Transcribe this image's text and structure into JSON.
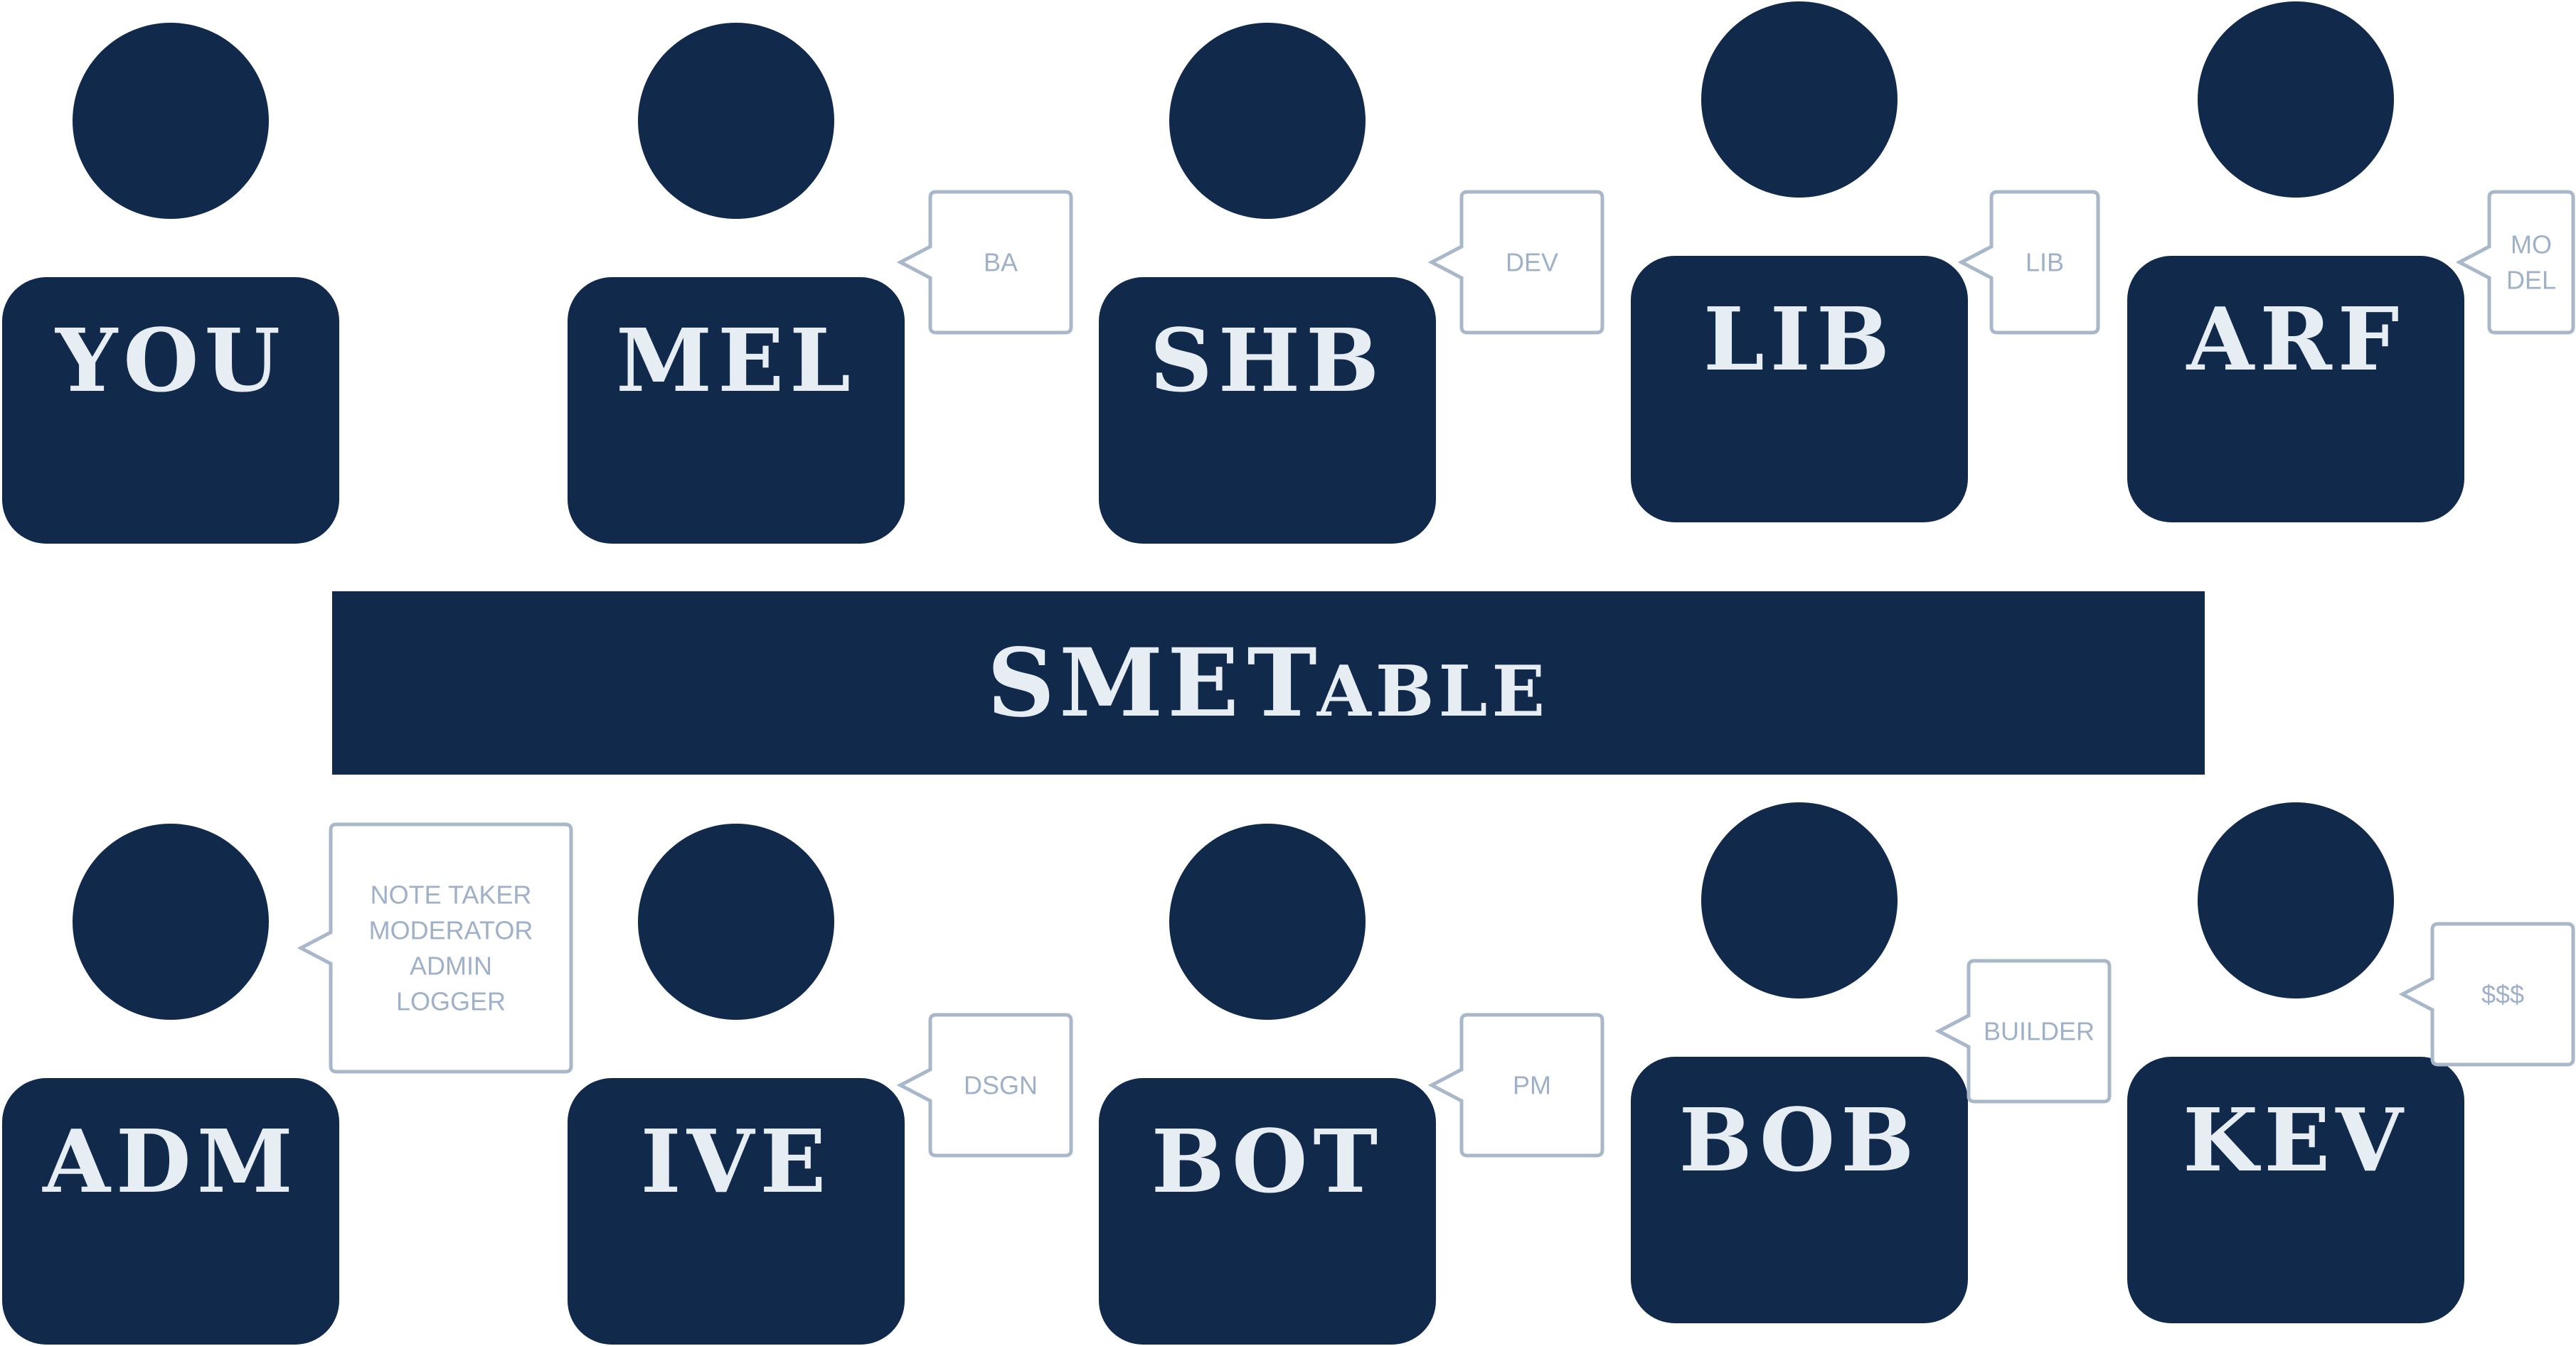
{
  "title": {
    "main": "SME",
    "small_caps_first": "T",
    "small_caps_rest": "ABLE"
  },
  "colors": {
    "navy": "#112a4c",
    "label": "#e6edf3",
    "bubble_border": "#a9b7cb",
    "bubble_text": "#9fb1c8"
  },
  "people": [
    {
      "id": "you",
      "label": "YOU",
      "bubble": []
    },
    {
      "id": "mel",
      "label": "MEL",
      "bubble": [
        "BA"
      ]
    },
    {
      "id": "shb",
      "label": "SHB",
      "bubble": [
        "DEV"
      ]
    },
    {
      "id": "lib",
      "label": "LIB",
      "bubble": [
        "LIB"
      ]
    },
    {
      "id": "arf",
      "label": "ARF",
      "bubble": [
        "MO",
        "DEL"
      ]
    },
    {
      "id": "adm",
      "label": "ADM",
      "bubble": [
        "NOTE TAKER",
        "MODERATOR",
        "ADMIN",
        "LOGGER"
      ]
    },
    {
      "id": "ive",
      "label": "IVE",
      "bubble": [
        "DSGN"
      ]
    },
    {
      "id": "bot",
      "label": "BOT",
      "bubble": [
        "PM"
      ]
    },
    {
      "id": "bob",
      "label": "BOB",
      "bubble": [
        "BUILDER"
      ]
    },
    {
      "id": "kev",
      "label": "KEV",
      "bubble": [
        "$$$"
      ]
    }
  ]
}
